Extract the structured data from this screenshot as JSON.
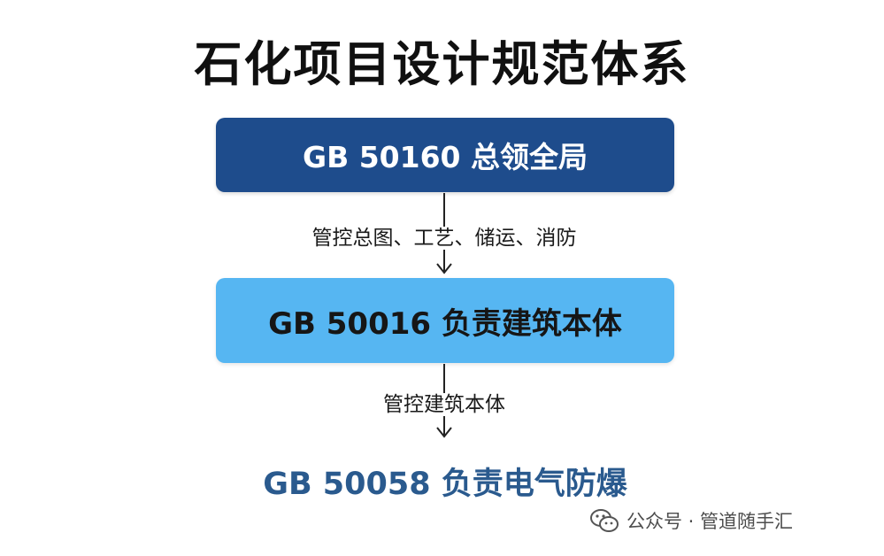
{
  "title": "石化项目设计规范体系",
  "nodes": [
    {
      "id": "top",
      "label": "GB 50160 总领全局"
    },
    {
      "id": "mid",
      "label": "GB 50016 负责建筑本体"
    },
    {
      "id": "bottom",
      "label": "GB 50058 负责电气防爆"
    }
  ],
  "edges": [
    {
      "from": "top",
      "to": "mid",
      "label": "管控总图、工艺、储运、消防"
    },
    {
      "from": "mid",
      "to": "bottom",
      "label": "管控建筑本体"
    }
  ],
  "watermark": {
    "icon": "wechat-icon",
    "text": "公众号 · 管道随手汇"
  },
  "colors": {
    "top_box": "#1e4c8c",
    "mid_box": "#56b6f2",
    "bottom_text": "#2a5a8e",
    "arrow": "#222222"
  }
}
